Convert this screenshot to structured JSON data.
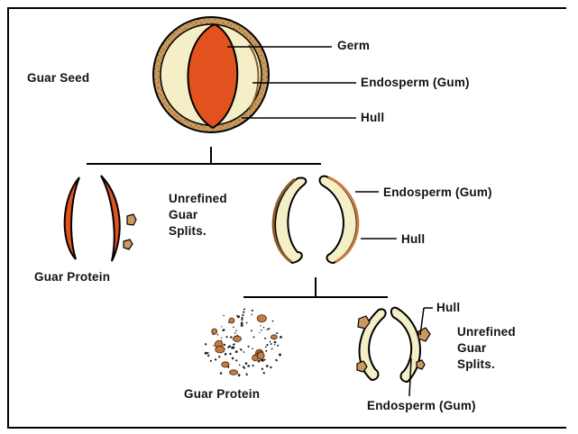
{
  "labels": {
    "germ": "Germ",
    "endosperm_top": "Endosperm (Gum)",
    "hull_top": "Hull",
    "guar_seed": "Guar Seed",
    "unrefined_mid": [
      "Unrefined",
      "Guar",
      "Splits."
    ],
    "endosperm_mid": "Endosperm (Gum)",
    "hull_mid": "Hull",
    "guar_protein_left": "Guar Protein",
    "hull_bottom": "Hull",
    "unrefined_bottom": [
      "Unrefined",
      "Guar",
      "Splits."
    ],
    "guar_protein_bottom": "Guar Protein",
    "endosperm_bottom": "Endosperm (Gum)"
  },
  "colors": {
    "germ": "#e2521e",
    "endosperm": "#f4efc6",
    "hull": "#c99a5e",
    "hull_speck": "#8a5a2b",
    "line": "#000000"
  }
}
